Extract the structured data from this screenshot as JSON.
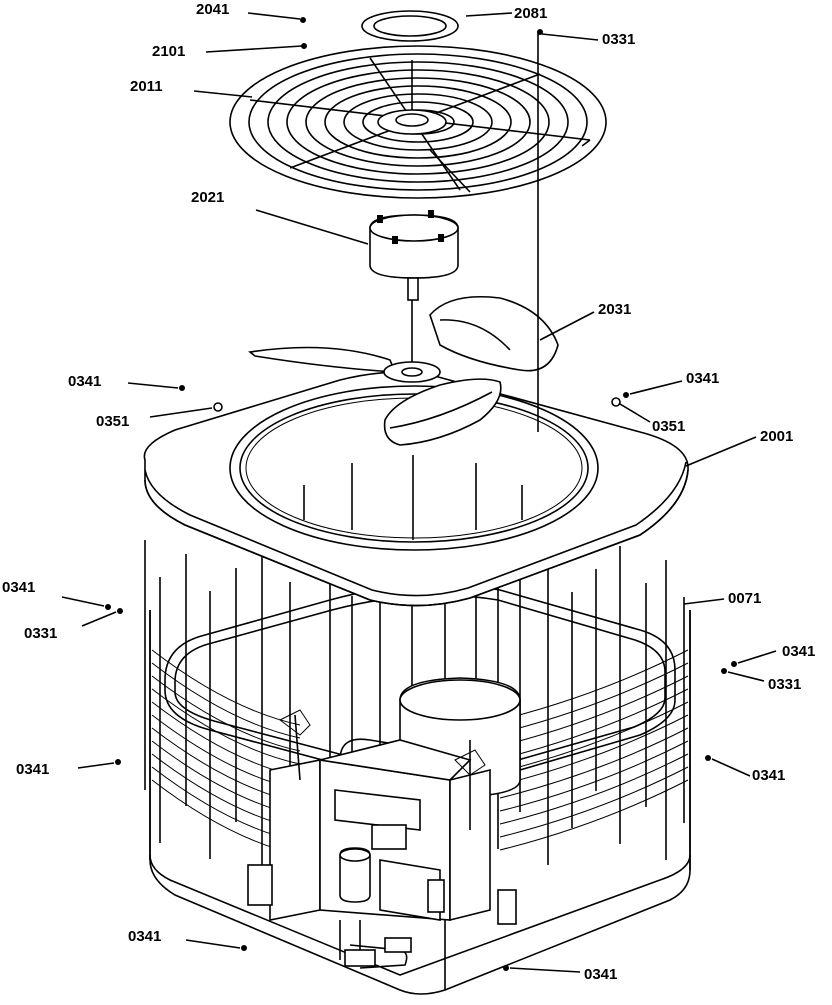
{
  "diagram": {
    "callouts": [
      {
        "id": "c-2041a",
        "label": "2041"
      },
      {
        "id": "c-2081",
        "label": "2081"
      },
      {
        "id": "c-0331a",
        "label": "0331"
      },
      {
        "id": "c-2101",
        "label": "2101"
      },
      {
        "id": "c-2011",
        "label": "2011"
      },
      {
        "id": "c-2021",
        "label": "2021"
      },
      {
        "id": "c-2031",
        "label": "2031"
      },
      {
        "id": "c-0341a",
        "label": "0341"
      },
      {
        "id": "c-0351a",
        "label": "0351"
      },
      {
        "id": "c-0341b",
        "label": "0341"
      },
      {
        "id": "c-0351b",
        "label": "0351"
      },
      {
        "id": "c-2001",
        "label": "2001"
      },
      {
        "id": "c-0341c",
        "label": "0341"
      },
      {
        "id": "c-0331b",
        "label": "0331"
      },
      {
        "id": "c-0071",
        "label": "0071"
      },
      {
        "id": "c-0341d",
        "label": "0341"
      },
      {
        "id": "c-0331c",
        "label": "0331"
      },
      {
        "id": "c-0341e",
        "label": "0341"
      },
      {
        "id": "c-0341f",
        "label": "0341"
      },
      {
        "id": "c-0341g",
        "label": "0341"
      },
      {
        "id": "c-0341h",
        "label": "0341"
      }
    ]
  }
}
